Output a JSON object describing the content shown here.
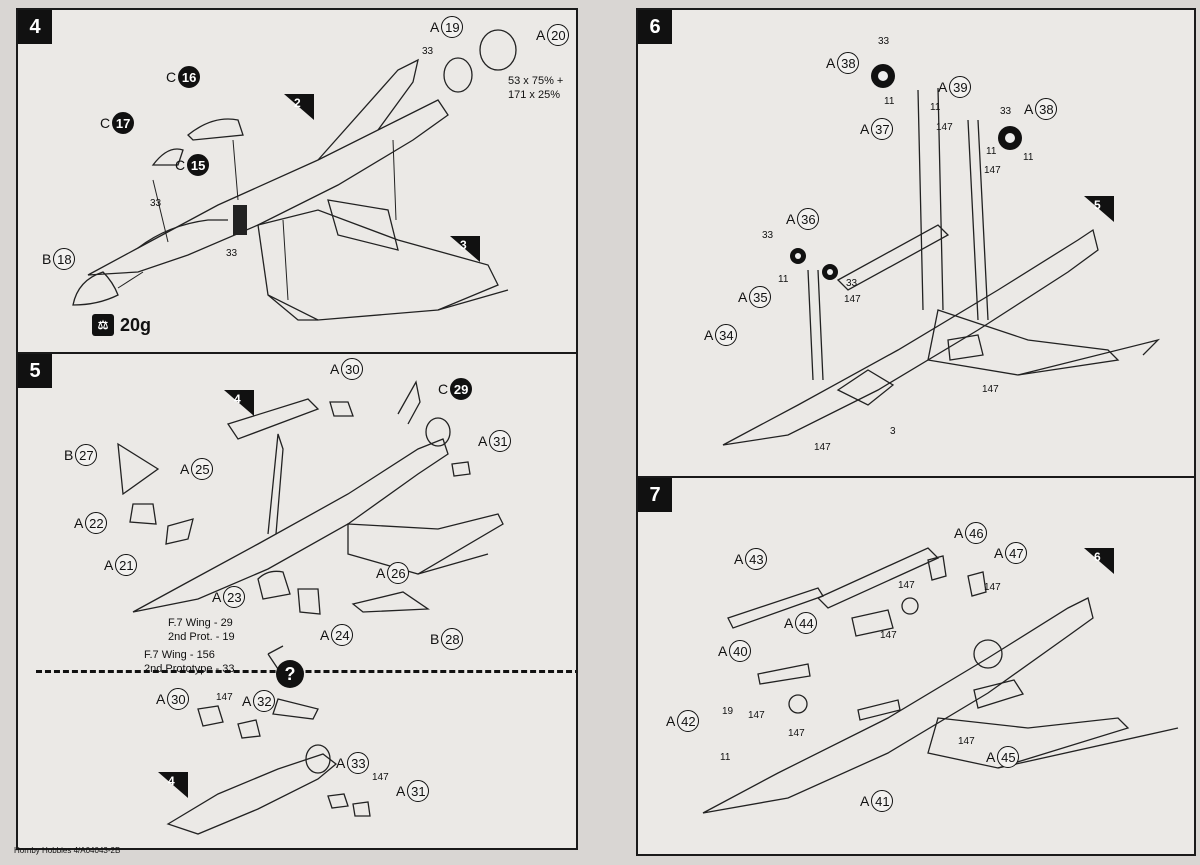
{
  "steps": {
    "s4": {
      "num": "4",
      "parts": [
        {
          "letter": "A",
          "num": "19",
          "dark": false
        },
        {
          "letter": "A",
          "num": "20",
          "dark": false
        },
        {
          "letter": "C",
          "num": "16",
          "dark": true
        },
        {
          "letter": "C",
          "num": "17",
          "dark": true
        },
        {
          "letter": "C",
          "num": "15",
          "dark": true
        },
        {
          "letter": "B",
          "num": "18",
          "dark": false
        }
      ],
      "paint_ref_33a": "33",
      "paint_ref_33b": "33",
      "paint_ref_33c": "33",
      "paint_mix": "53 x 75% +\n171 x 25%",
      "sub_2": "2",
      "sub_3": "3",
      "weight": "20g"
    },
    "s5": {
      "num": "5",
      "parts": [
        {
          "letter": "A",
          "num": "30",
          "dark": false
        },
        {
          "letter": "C",
          "num": "29",
          "dark": true
        },
        {
          "letter": "B",
          "num": "27",
          "dark": false
        },
        {
          "letter": "A",
          "num": "25",
          "dark": false
        },
        {
          "letter": "A",
          "num": "31",
          "dark": false
        },
        {
          "letter": "A",
          "num": "22",
          "dark": false
        },
        {
          "letter": "A",
          "num": "21",
          "dark": false
        },
        {
          "letter": "A",
          "num": "26",
          "dark": false
        },
        {
          "letter": "A",
          "num": "23",
          "dark": false
        },
        {
          "letter": "A",
          "num": "24",
          "dark": false
        },
        {
          "letter": "B",
          "num": "28",
          "dark": false
        }
      ],
      "sub_4": "4",
      "note1": "F.7 Wing - 29\n2nd Prot. - 19",
      "note2": "F.7 Wing - 156\n2nd Prototype - 33",
      "alt_parts": [
        {
          "letter": "A",
          "num": "30"
        },
        {
          "letter": "A",
          "num": "32"
        },
        {
          "letter": "A",
          "num": "33"
        },
        {
          "letter": "A",
          "num": "31"
        }
      ],
      "alt_paint_1": "147",
      "alt_paint_2": "147",
      "alt_sub_4": "4",
      "qmark": "?"
    },
    "s6": {
      "num": "6",
      "parts": [
        {
          "letter": "A",
          "num": "38"
        },
        {
          "letter": "A",
          "num": "39"
        },
        {
          "letter": "A",
          "num": "38"
        },
        {
          "letter": "A",
          "num": "37"
        },
        {
          "letter": "A",
          "num": "36"
        },
        {
          "letter": "A",
          "num": "35"
        },
        {
          "letter": "A",
          "num": "34"
        }
      ],
      "paints": [
        "33",
        "11",
        "11",
        "147",
        "33",
        "11",
        "11",
        "147",
        "33",
        "11",
        "33",
        "147",
        "147",
        "147",
        "3"
      ],
      "sub_5": "5"
    },
    "s7": {
      "num": "7",
      "parts": [
        {
          "letter": "A",
          "num": "43"
        },
        {
          "letter": "A",
          "num": "46"
        },
        {
          "letter": "A",
          "num": "47"
        },
        {
          "letter": "A",
          "num": "44"
        },
        {
          "letter": "A",
          "num": "40"
        },
        {
          "letter": "A",
          "num": "42"
        },
        {
          "letter": "A",
          "num": "45"
        },
        {
          "letter": "A",
          "num": "41"
        }
      ],
      "paints": [
        "147",
        "147",
        "147",
        "147",
        "19",
        "11",
        "147",
        "147"
      ],
      "sub_6": "6"
    }
  },
  "footer": "Hornby Hobbies 4/A04043-2B"
}
